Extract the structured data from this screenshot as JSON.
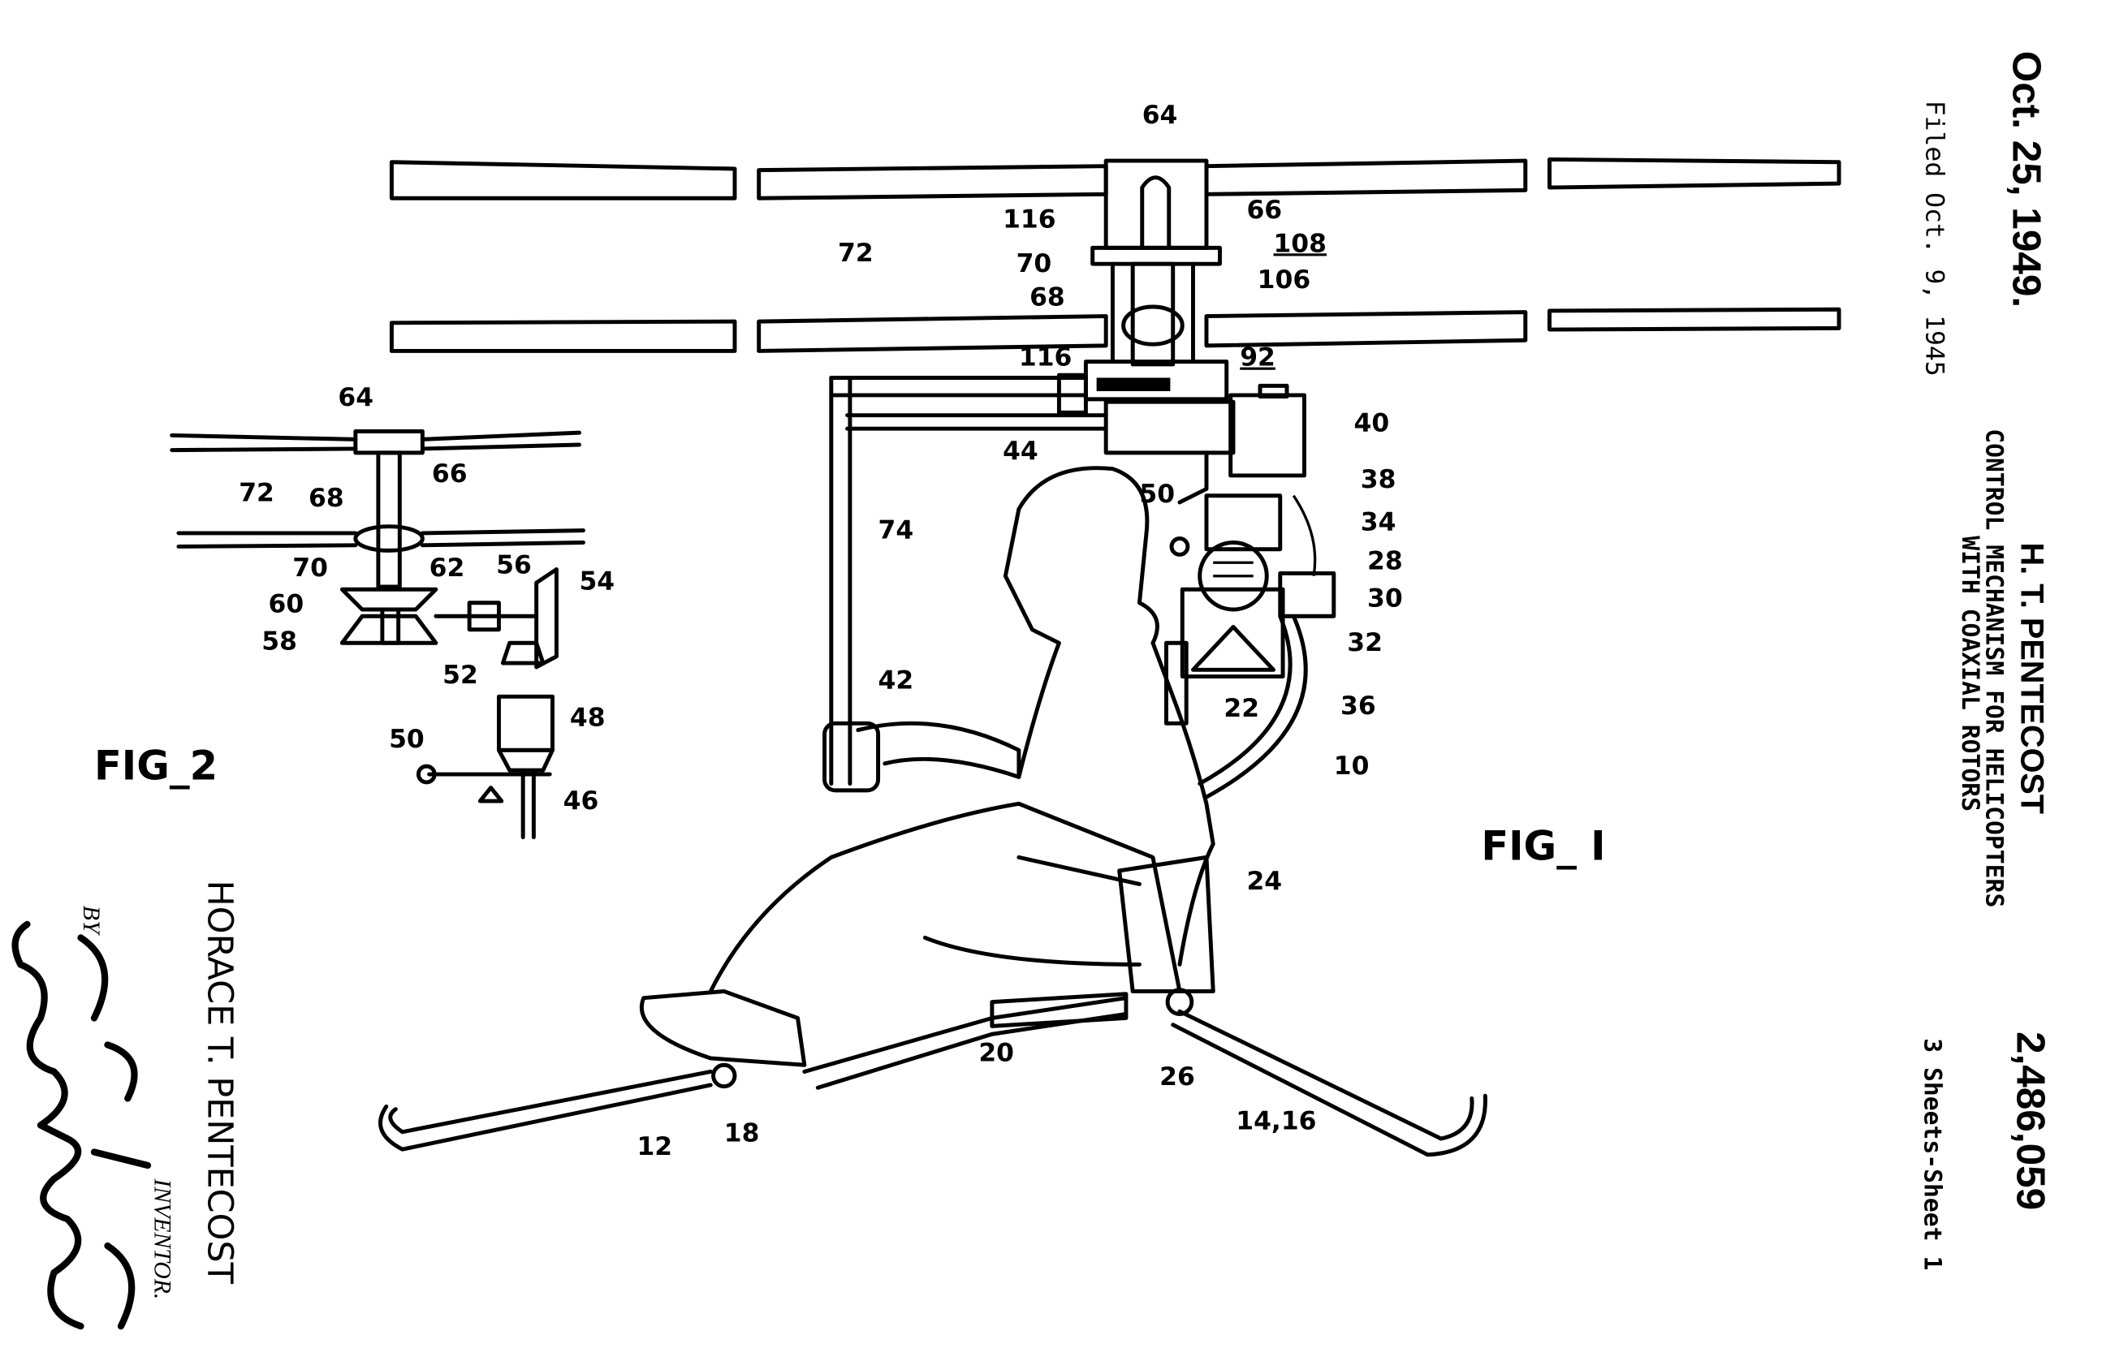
{
  "header": {
    "date": "Oct. 25, 1949.",
    "filed": "Filed Oct. 9, 1945",
    "inventor_name": "H. T. PENTECOST",
    "title_line1": "CONTROL MECHANISM FOR HELICOPTERS",
    "title_line2": "WITH COAXIAL ROTORS",
    "patent_number": "2,486,059",
    "sheets": "3 Sheets-Sheet 1"
  },
  "figures": {
    "fig1": "FIG_ I",
    "fig2": "FIG_2"
  },
  "inventor_block": {
    "name": "HORACE T. PENTECOST",
    "role": "INVENTOR.",
    "by": "BY",
    "signature": "Smith & Tuck"
  },
  "fig1_labels": {
    "l64": "64",
    "l66": "66",
    "l116a": "116",
    "l108": "108",
    "l70": "70",
    "l106": "106",
    "l72": "72",
    "l68": "68",
    "l116b": "116",
    "l92": "92",
    "l40": "40",
    "l44": "44",
    "l50": "50",
    "l38": "38",
    "l34": "34",
    "l74": "74",
    "l28": "28",
    "l30": "30",
    "l32": "32",
    "l42": "42",
    "l22": "22",
    "l36": "36",
    "l10": "10",
    "l24": "24",
    "l20": "20",
    "l26": "26",
    "l14_16": "14,16",
    "l18": "18",
    "l12": "12"
  },
  "fig2_labels": {
    "l64": "64",
    "l66": "66",
    "l72": "72",
    "l68": "68",
    "l70": "70",
    "l62": "62",
    "l56": "56",
    "l54": "54",
    "l60": "60",
    "l58": "58",
    "l52": "52",
    "l48": "48",
    "l50": "50",
    "l46": "46"
  }
}
